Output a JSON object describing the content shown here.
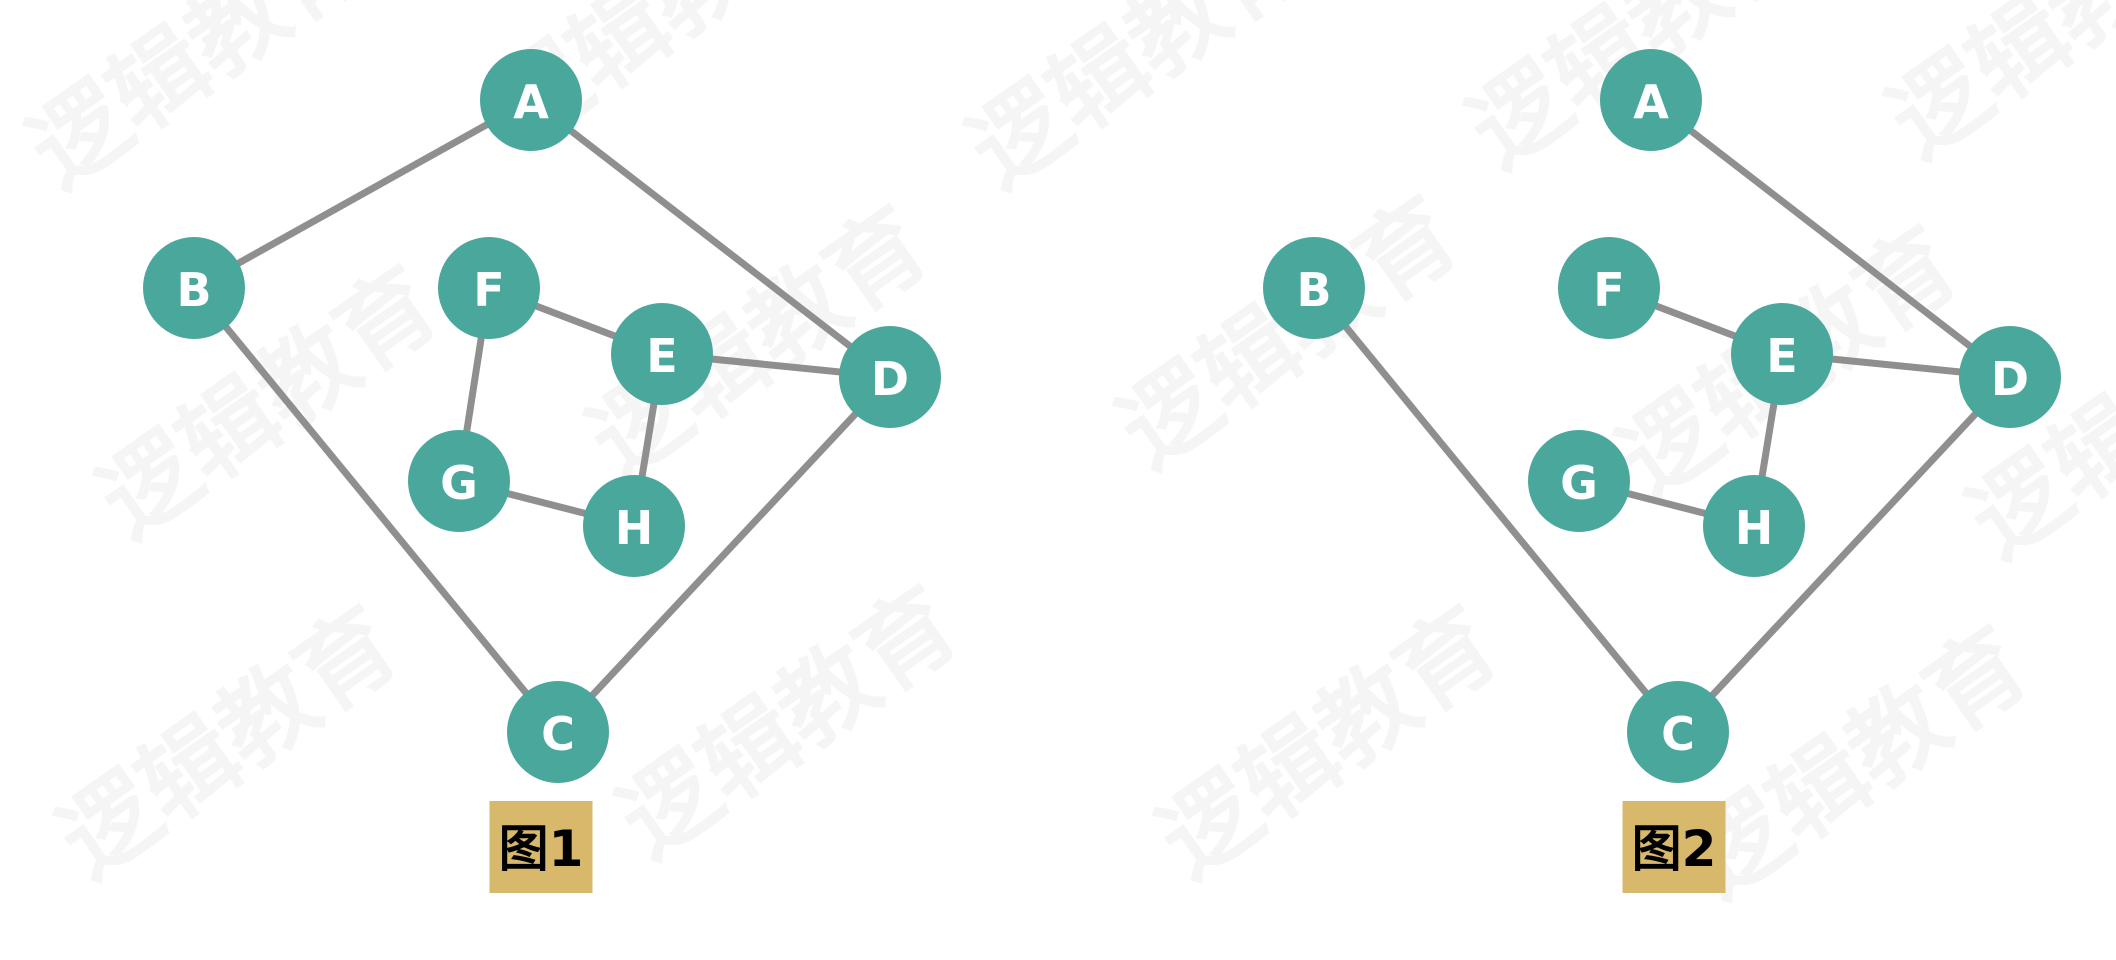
{
  "watermark_text": "逻辑教育",
  "colors": {
    "node_fill": "#4aa79c",
    "node_text": "#ffffff",
    "edge": "#8f8f8f",
    "caption_box": "#d8b86a",
    "watermark": "#ededed"
  },
  "diagrams": [
    {
      "caption": "图1",
      "nodes": [
        "A",
        "B",
        "C",
        "D",
        "E",
        "F",
        "G",
        "H"
      ],
      "edges": [
        [
          "A",
          "B"
        ],
        [
          "A",
          "D"
        ],
        [
          "B",
          "C"
        ],
        [
          "C",
          "D"
        ],
        [
          "D",
          "E"
        ],
        [
          "E",
          "F"
        ],
        [
          "E",
          "H"
        ],
        [
          "F",
          "G"
        ],
        [
          "G",
          "H"
        ]
      ]
    },
    {
      "caption": "图2",
      "nodes": [
        "A",
        "B",
        "C",
        "D",
        "E",
        "F",
        "G",
        "H"
      ],
      "edges": [
        [
          "A",
          "D"
        ],
        [
          "B",
          "C"
        ],
        [
          "C",
          "D"
        ],
        [
          "D",
          "E"
        ],
        [
          "E",
          "F"
        ],
        [
          "E",
          "H"
        ],
        [
          "G",
          "H"
        ]
      ]
    }
  ]
}
